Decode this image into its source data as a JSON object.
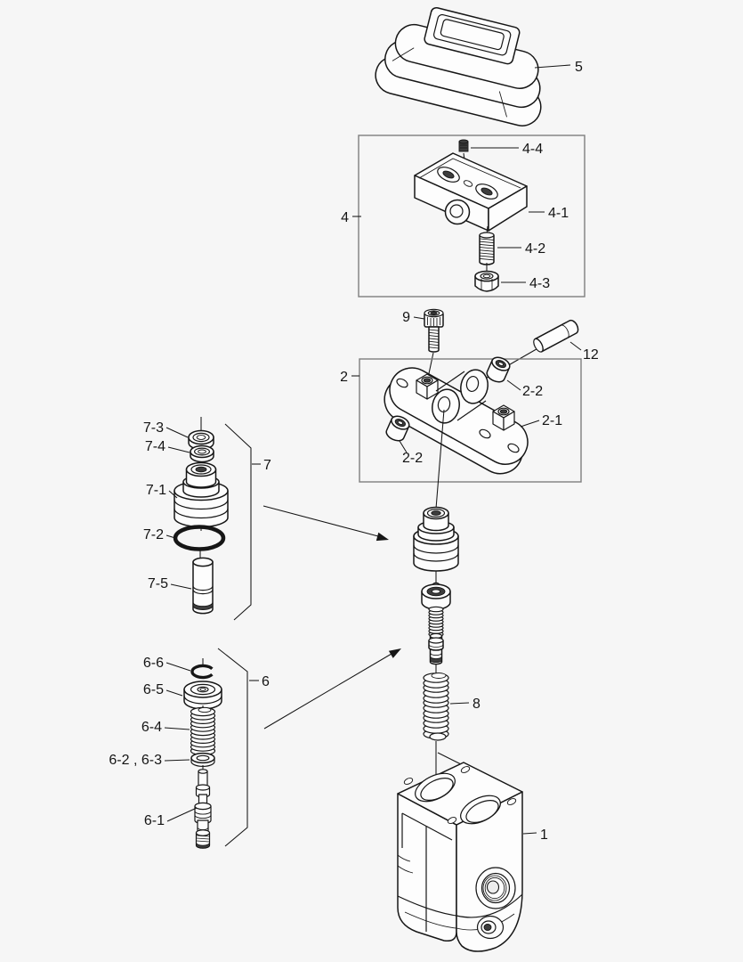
{
  "figure": {
    "type": "exploded-parts-diagram",
    "background_color": "#f6f6f6",
    "line_color": "#161616",
    "group_box_color": "#7e7e7e"
  },
  "callouts": {
    "p1": "1",
    "p2": "2",
    "p2_1": "2-1",
    "p2_2a": "2-2",
    "p2_2b": "2-2",
    "p4": "4",
    "p4_1": "4-1",
    "p4_2": "4-2",
    "p4_3": "4-3",
    "p4_4": "4-4",
    "p5": "5",
    "p6": "6",
    "p6_1": "6-1",
    "p6_23": "6-2 , 6-3",
    "p6_4": "6-4",
    "p6_5": "6-5",
    "p6_6": "6-6",
    "p7": "7",
    "p7_1": "7-1",
    "p7_2": "7-2",
    "p7_3": "7-3",
    "p7_4": "7-4",
    "p7_5": "7-5",
    "p8": "8",
    "p9": "9",
    "p12": "12"
  },
  "assemblies": [
    {
      "group_label": "4",
      "boxed": true,
      "parts": [
        "4-1",
        "4-2",
        "4-3",
        "4-4"
      ]
    },
    {
      "group_label": "2",
      "boxed": true,
      "parts": [
        "2-1",
        "2-2",
        "2-2"
      ]
    },
    {
      "group_label": "7",
      "boxed": false,
      "parts": [
        "7-1",
        "7-2",
        "7-3",
        "7-4",
        "7-5"
      ]
    },
    {
      "group_label": "6",
      "boxed": false,
      "parts": [
        "6-1",
        "6-2 , 6-3",
        "6-4",
        "6-5",
        "6-6"
      ]
    }
  ],
  "standalone_parts": [
    "1",
    "5",
    "8",
    "9",
    "12"
  ]
}
